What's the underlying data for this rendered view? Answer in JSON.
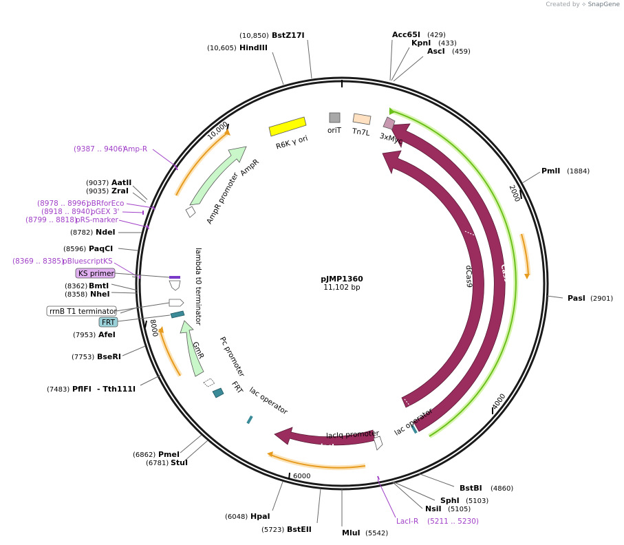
{
  "credit": {
    "prefix": "Created by",
    "brand": "SnapGene"
  },
  "plasmid": {
    "name": "pJMP1360",
    "length_label": "11,102 bp"
  },
  "ticks": [
    "2000",
    "4000",
    "6000",
    "8000",
    "10,000"
  ],
  "sites": [
    {
      "name": "BstZ17I",
      "pos": "(10,850)"
    },
    {
      "name": "HindIII",
      "pos": "(10,605)"
    },
    {
      "name": "Acc65I",
      "pos": "(429)"
    },
    {
      "name": "KpnI",
      "pos": "(433)"
    },
    {
      "name": "AscI",
      "pos": "(459)"
    },
    {
      "name": "PmlI",
      "pos": "(1884)"
    },
    {
      "name": "PasI",
      "pos": "(2901)"
    },
    {
      "name": "BstBI",
      "pos": "(4860)"
    },
    {
      "name": "SphI",
      "pos": "(5103)"
    },
    {
      "name": "NsiI",
      "pos": "(5105)"
    },
    {
      "name": "MluI",
      "pos": "(5542)"
    },
    {
      "name": "BstEII",
      "pos": "(5723)"
    },
    {
      "name": "HpaI",
      "pos": "(6048)"
    },
    {
      "name": "StuI",
      "pos": "(6781)"
    },
    {
      "name": "PmeI",
      "pos": "(6862)"
    },
    {
      "name": "PflFI",
      "pos": "(7483)",
      "extra": "- Tth111I"
    },
    {
      "name": "BseRI",
      "pos": "(7753)"
    },
    {
      "name": "AfeI",
      "pos": "(7953)"
    },
    {
      "name": "NheI",
      "pos": "(8358)"
    },
    {
      "name": "BmtI",
      "pos": "(8362)"
    },
    {
      "name": "PaqCI",
      "pos": "(8596)"
    },
    {
      "name": "NdeI",
      "pos": "(8782)"
    },
    {
      "name": "ZraI",
      "pos": "(9035)"
    },
    {
      "name": "AatII",
      "pos": "(9037)"
    }
  ],
  "primers": [
    {
      "name": "Amp-R",
      "range": "(9387 .. 9406)"
    },
    {
      "name": "pBRforEco",
      "range": "(8978 .. 8996)"
    },
    {
      "name": "pGEX 3'",
      "range": "(8918 .. 8940)"
    },
    {
      "name": "pRS-marker",
      "range": "(8799 .. 8818)"
    },
    {
      "name": "pBluescriptKS",
      "range": "(8369 .. 8385)"
    },
    {
      "name": "LacI-R",
      "range": "(5211 .. 5230)"
    }
  ],
  "boxed_labels": [
    "KS primer",
    "rrnB T1 terminator",
    "FRT"
  ],
  "features": {
    "r6k": "R6K γ ori",
    "orit": "oriT",
    "tn7l": "Tn7L",
    "myc": "3xMyc",
    "cas9": "Cas9",
    "dcas9": "dCas9",
    "lac_operator_right": "lac operator",
    "laciq_promoter": "lacIq promoter",
    "laci": "lacI",
    "lac_operator_left": "lac operator",
    "frt": "FRT",
    "pc_promoter": "Pc promoter",
    "gmr": "GmR",
    "lambda_term": "lambda t0 terminator",
    "ampr_promoter": "AmpR promoter",
    "ampr": "AmpR"
  },
  "colors": {
    "backbone": "#1a1a1a",
    "cds": "#9b2d5e",
    "marker": "#c9f7c9",
    "ori": "#ffff00",
    "orange": "#f6a623",
    "green": "#6cc01c",
    "primer": "#a040c8",
    "frt": "#3a8a98"
  }
}
